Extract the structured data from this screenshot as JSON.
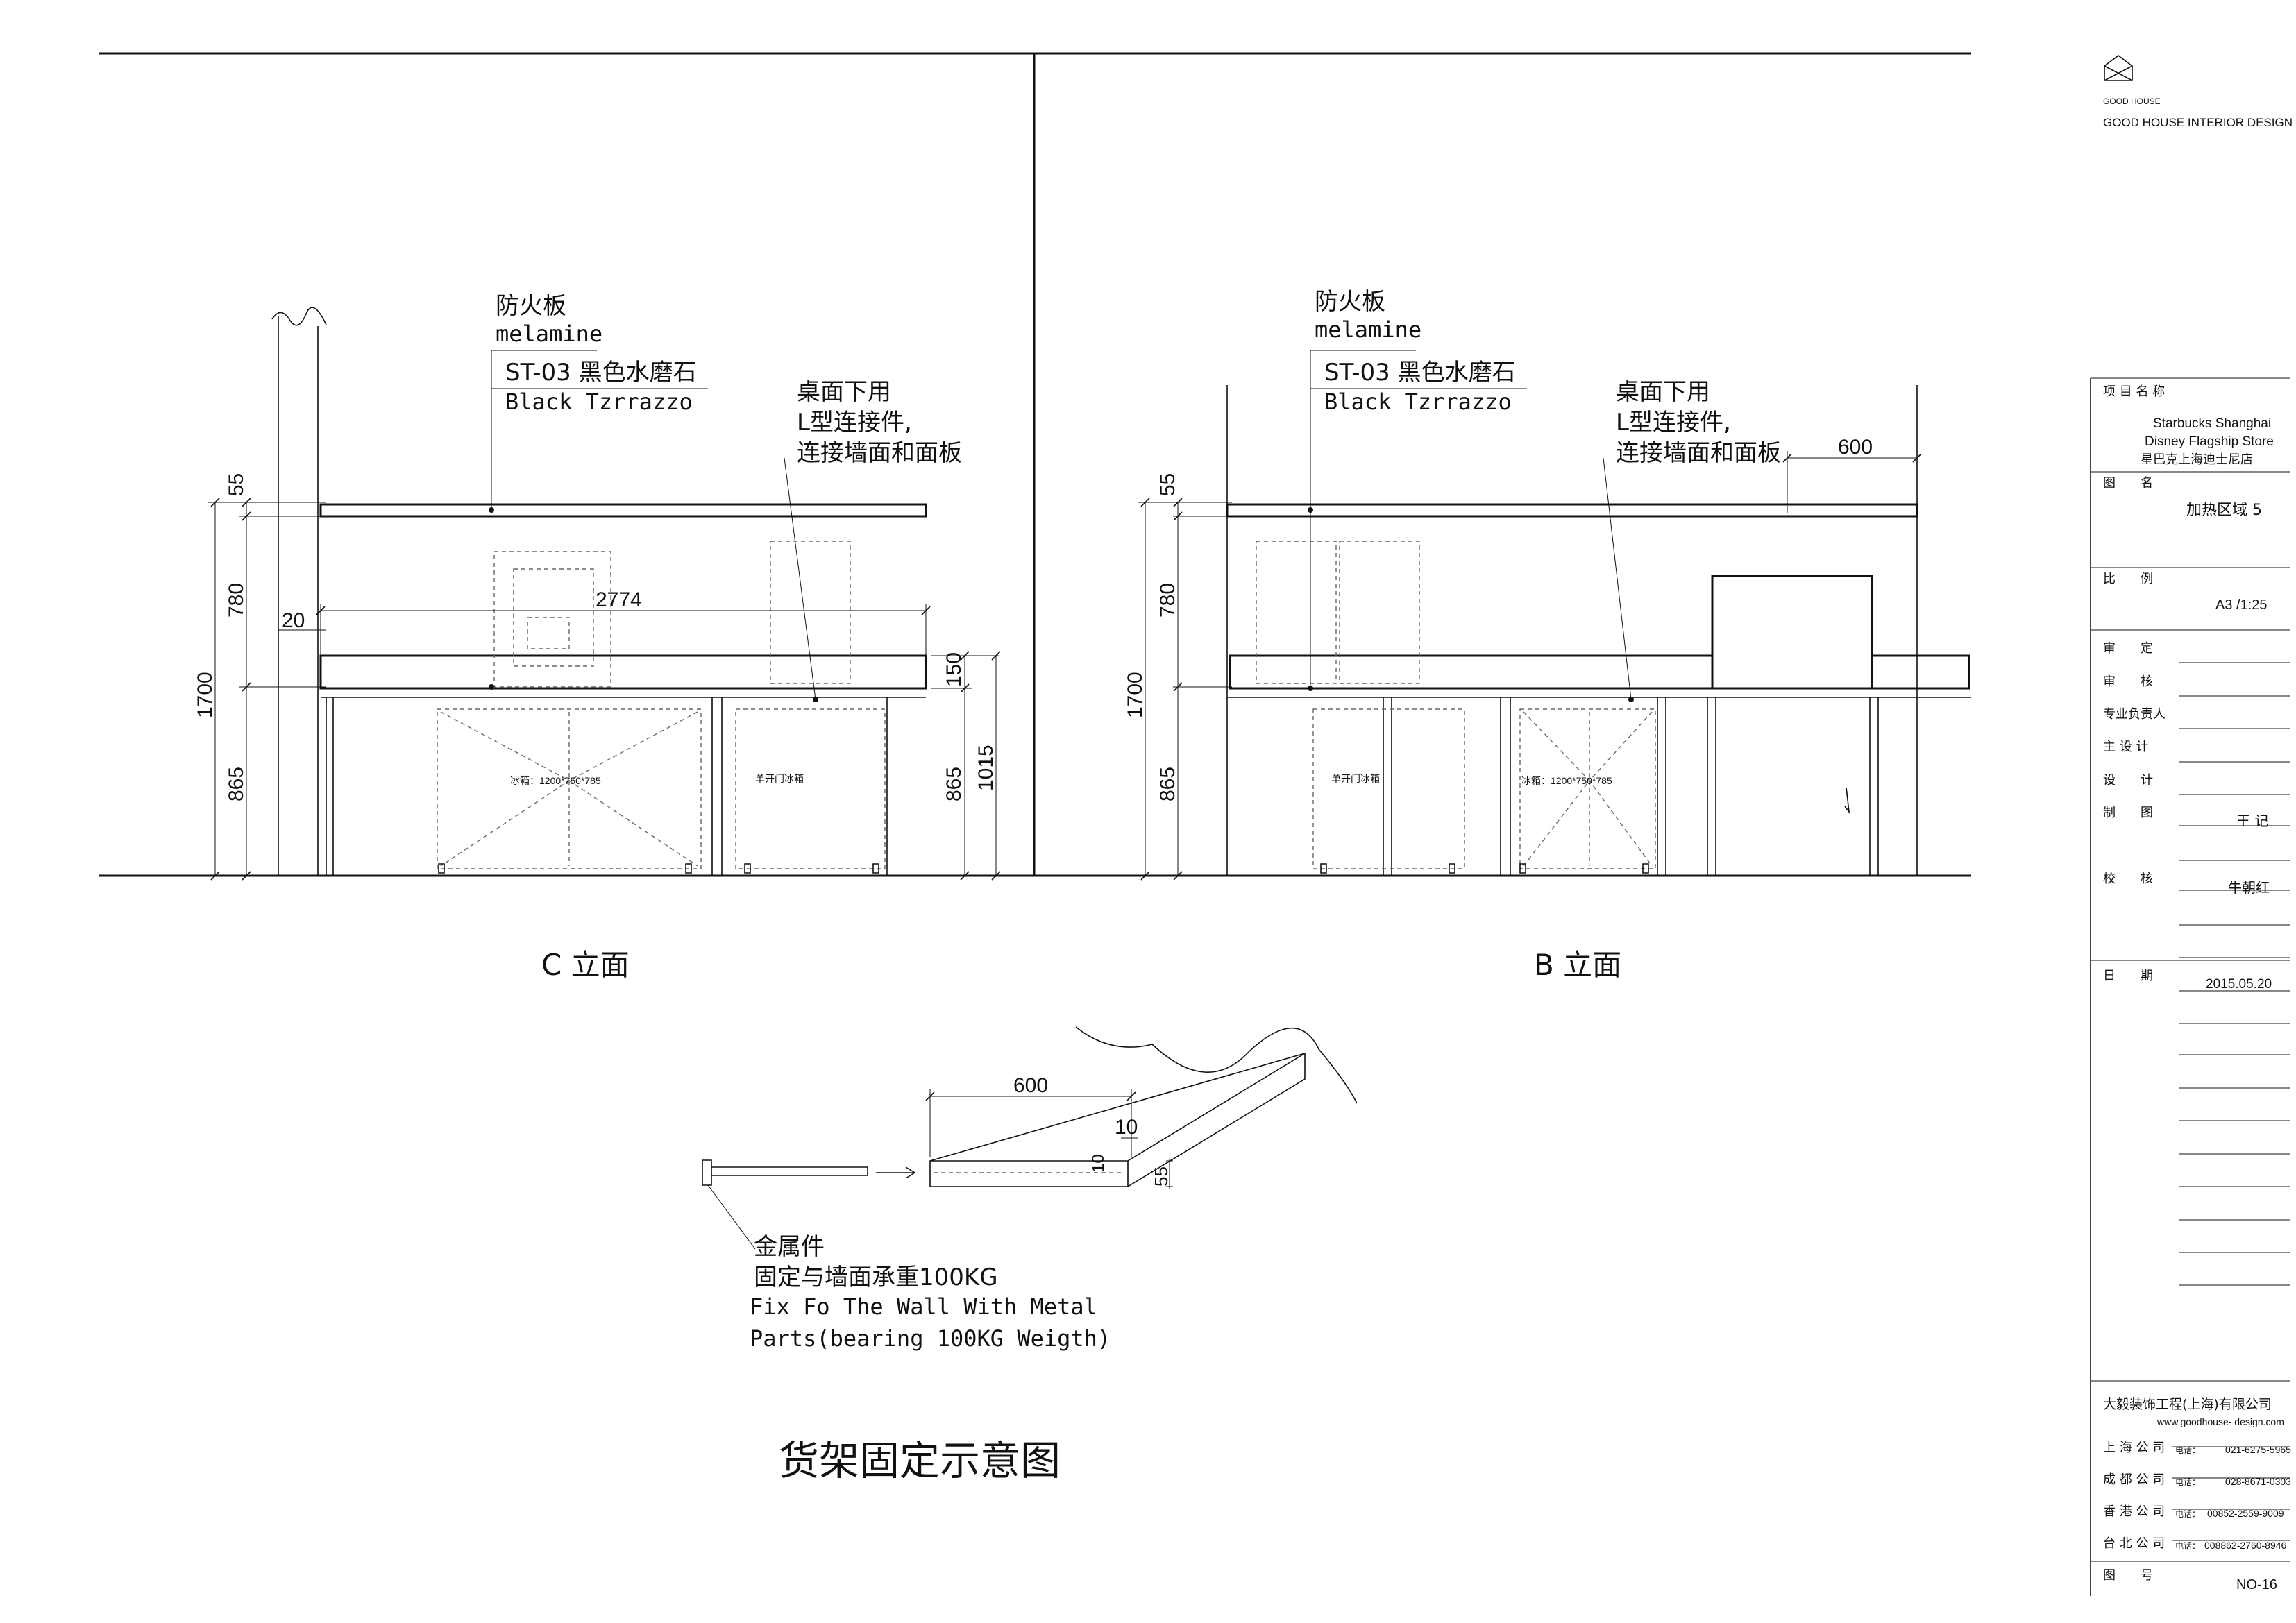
{
  "brand": {
    "logo_text": "GOOD HOUSE",
    "company_line": "GOOD HOUSE INTERIOR DESIGN"
  },
  "elevation_c": {
    "title": "C 立面",
    "dims": {
      "top": "55",
      "upper": "780",
      "lower": "865",
      "total": "1700",
      "setback": "20",
      "width": "2774",
      "thickness": "150",
      "right_lower": "865",
      "right_total": "1015"
    },
    "notes": {
      "fire_board_cn": "防火板",
      "fire_board_en": "melamine",
      "stone_cn": "ST-03 黑色水磨石",
      "stone_en": "Black Tzrrazzo",
      "bracket_line1": "桌面下用",
      "bracket_line2": "L型连接件,",
      "bracket_line3": "连接墙面和面板"
    },
    "appliances": {
      "fridge_large": "冰箱：1200*750*785",
      "fridge_single": "单开门冰箱"
    }
  },
  "elevation_b": {
    "title": "B 立面",
    "dims": {
      "top": "55",
      "upper": "780",
      "lower": "865",
      "total": "1700",
      "shelf_depth": "600"
    },
    "notes": {
      "fire_board_cn": "防火板",
      "fire_board_en": "melamine",
      "stone_cn": "ST-03 黑色水磨石",
      "stone_en": "Black Tzrrazzo",
      "bracket_line1": "桌面下用",
      "bracket_line2": "L型连接件,",
      "bracket_line3": "连接墙面和面板"
    },
    "appliances": {
      "fridge_single": "单开门冰箱",
      "fridge_large": "冰箱：1200*750*785"
    }
  },
  "shelf_detail": {
    "title": "货架固定示意图",
    "dims": {
      "depth": "600",
      "lip": "10",
      "lip_height": "10",
      "thickness": "55"
    },
    "notes": {
      "metal_cn": "金属件",
      "fix_cn": "固定与墙面承重100KG",
      "fix_en_1": "Fix Fo The Wall With Metal",
      "fix_en_2": "Parts(bearing 100KG Weigth)"
    }
  },
  "title_block": {
    "project_label": "项 目 名 称",
    "project_en_1": "Starbucks Shanghai",
    "project_en_2": "Disney Flagship Store",
    "project_cn": "星巴克上海迪士尼店",
    "drawing_name_label": "图　　名",
    "drawing_name": "加热区域 5",
    "scale_label": "比　　例",
    "scale": "A3 /1:25",
    "approve_label": "审　　定",
    "review_label": "审　　核",
    "lead_label": "专业负责人",
    "chief_label": "主 设 计",
    "design_label": "设　　计",
    "draft_label": "制　　图",
    "draft_name": "王 记",
    "check_label": "校　　核",
    "check_name": "牛朝红",
    "date_label": "日　　期",
    "date": "2015.05.20",
    "company_cn": "大毅装饰工程(上海)有限公司",
    "website": "www.goodhouse- design.com",
    "offices": [
      {
        "name": "上 海 公 司",
        "phone_label": "电话：",
        "phone": "021-6275-5965"
      },
      {
        "name": "成 都 公 司",
        "phone_label": "电话：",
        "phone": "028-8671-0303"
      },
      {
        "name": "香 港 公 司",
        "phone_label": "电话：",
        "phone": "00852-2559-9009"
      },
      {
        "name": "台 北 公 司",
        "phone_label": "电话：",
        "phone": "008862-2760-8946"
      }
    ],
    "sheet_no_label": "图　　号",
    "sheet_no": "NO-16"
  }
}
